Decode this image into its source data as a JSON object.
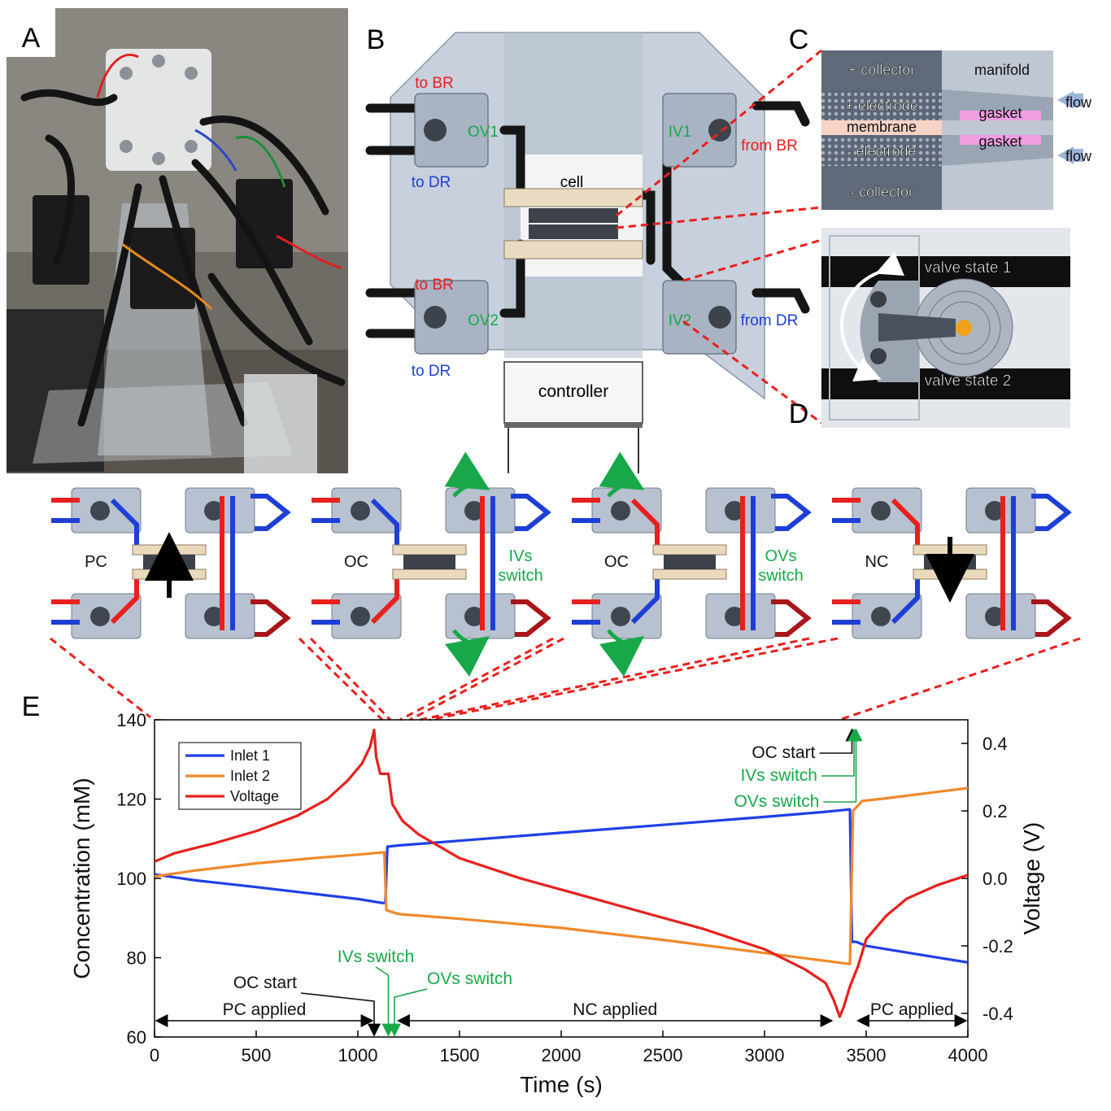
{
  "panels": {
    "a": "A",
    "b": "B",
    "c": "C",
    "d": "D",
    "e": "E"
  },
  "panel_b": {
    "to_br_top": "to BR",
    "to_dr_top": "to DR",
    "ov1": "OV1",
    "iv1": "IV1",
    "from_br": "from BR",
    "cell": "cell",
    "to_br_bottom": "to BR",
    "ov2": "OV2",
    "iv2": "IV2",
    "from_dr": "from DR",
    "to_dr_bottom": "to DR",
    "controller": "controller"
  },
  "panel_c": {
    "pos_collector": "+ collector",
    "manifold": "manifold",
    "pos_electrode": "+ electrode",
    "gasket_top": "gasket",
    "flow_top": "flow",
    "membrane": "membrane",
    "neg_electrode": "- electrode",
    "gasket_bottom": "gasket",
    "flow_bottom": "flow",
    "neg_collector": "- collector"
  },
  "panel_d": {
    "state1": "valve state 1",
    "state2": "valve state 2"
  },
  "sequence": [
    {
      "mode": "PC",
      "note": ""
    },
    {
      "mode": "OC",
      "note": "IVs\nswitch"
    },
    {
      "mode": "OC",
      "note": "OVs\nswitch"
    },
    {
      "mode": "NC",
      "note": ""
    }
  ],
  "colors": {
    "inlet1": "#1f3fe6",
    "inlet2": "#f0892a",
    "voltage": "#e8201d",
    "green": "#18a84a",
    "red_dash": "#e8201d",
    "blue": "#1d3fd6"
  },
  "chart_data": {
    "type": "line",
    "xlabel": "Time (s)",
    "ylabel": "Concentration (mM)",
    "y2label": "Voltage (V)",
    "xlim": [
      0,
      4000
    ],
    "ylim": [
      60,
      140
    ],
    "y2lim": [
      -0.47,
      0.47
    ],
    "xticks": [
      0,
      500,
      1000,
      1500,
      2000,
      2500,
      3000,
      3500,
      4000
    ],
    "yticks": [
      60,
      80,
      100,
      120,
      140
    ],
    "y2ticks": [
      -0.4,
      -0.2,
      0.0,
      0.2,
      0.4
    ],
    "y2ticklabels": [
      "-0.4",
      "-0.2",
      "0.0",
      "0.2",
      "0.4"
    ],
    "legend": "top-left",
    "series": [
      {
        "name": "Inlet 1",
        "axis": "left",
        "color": "#1f3fe6",
        "points": [
          [
            0,
            101
          ],
          [
            200,
            99.5
          ],
          [
            500,
            97.8
          ],
          [
            800,
            96
          ],
          [
            1000,
            94.8
          ],
          [
            1120,
            93.8
          ],
          [
            1135,
            93.8
          ],
          [
            1145,
            108
          ],
          [
            1200,
            108.3
          ],
          [
            1500,
            109.5
          ],
          [
            2000,
            111.5
          ],
          [
            2500,
            113.5
          ],
          [
            3000,
            115.5
          ],
          [
            3300,
            116.8
          ],
          [
            3420,
            117.4
          ],
          [
            3430,
            84
          ],
          [
            3450,
            84
          ],
          [
            3500,
            83
          ],
          [
            3700,
            81.3
          ],
          [
            4000,
            78.8
          ]
        ]
      },
      {
        "name": "Inlet 2",
        "axis": "left",
        "color": "#f0892a",
        "points": [
          [
            0,
            100.5
          ],
          [
            200,
            102
          ],
          [
            500,
            103.8
          ],
          [
            800,
            105.2
          ],
          [
            1000,
            106
          ],
          [
            1130,
            106.6
          ],
          [
            1140,
            92
          ],
          [
            1200,
            91
          ],
          [
            1500,
            89.8
          ],
          [
            2000,
            87.5
          ],
          [
            2500,
            84.5
          ],
          [
            3000,
            81.2
          ],
          [
            3300,
            79.2
          ],
          [
            3420,
            78.4
          ],
          [
            3435,
            117
          ],
          [
            3480,
            119.5
          ],
          [
            3600,
            120.2
          ],
          [
            3800,
            121.5
          ],
          [
            4000,
            122.8
          ]
        ]
      },
      {
        "name": "Voltage",
        "axis": "right",
        "color": "#e8201d",
        "points": [
          [
            0,
            0.05
          ],
          [
            100,
            0.075
          ],
          [
            300,
            0.105
          ],
          [
            500,
            0.14
          ],
          [
            700,
            0.185
          ],
          [
            850,
            0.235
          ],
          [
            950,
            0.29
          ],
          [
            1020,
            0.34
          ],
          [
            1060,
            0.39
          ],
          [
            1080,
            0.44
          ],
          [
            1090,
            0.36
          ],
          [
            1110,
            0.31
          ],
          [
            1150,
            0.31
          ],
          [
            1170,
            0.22
          ],
          [
            1220,
            0.17
          ],
          [
            1300,
            0.13
          ],
          [
            1500,
            0.06
          ],
          [
            1800,
            0.0
          ],
          [
            2100,
            -0.05
          ],
          [
            2400,
            -0.1
          ],
          [
            2700,
            -0.15
          ],
          [
            3000,
            -0.21
          ],
          [
            3200,
            -0.27
          ],
          [
            3300,
            -0.31
          ],
          [
            3340,
            -0.36
          ],
          [
            3370,
            -0.41
          ],
          [
            3390,
            -0.38
          ],
          [
            3420,
            -0.32
          ],
          [
            3460,
            -0.26
          ],
          [
            3500,
            -0.18
          ],
          [
            3600,
            -0.11
          ],
          [
            3700,
            -0.06
          ],
          [
            3850,
            -0.02
          ],
          [
            4000,
            0.01
          ]
        ]
      }
    ],
    "annotations": [
      {
        "text": "OC start",
        "color": "black",
        "x": 1080,
        "where": "bottom"
      },
      {
        "text": "IVs switch",
        "color": "green",
        "x": 1150,
        "where": "bottom"
      },
      {
        "text": "OVs switch",
        "color": "green",
        "x": 1180,
        "where": "bottom"
      },
      {
        "text": "PC applied",
        "color": "black",
        "range": [
          0,
          1080
        ]
      },
      {
        "text": "NC applied",
        "color": "black",
        "range": [
          1190,
          3340
        ]
      },
      {
        "text": "PC applied",
        "color": "black",
        "range": [
          3450,
          4000
        ]
      },
      {
        "text": "OC start",
        "color": "black",
        "x": 3430,
        "where": "top"
      },
      {
        "text": "IVs switch",
        "color": "green",
        "x": 3440,
        "where": "top"
      },
      {
        "text": "OVs switch",
        "color": "green",
        "x": 3450,
        "where": "top"
      }
    ]
  }
}
